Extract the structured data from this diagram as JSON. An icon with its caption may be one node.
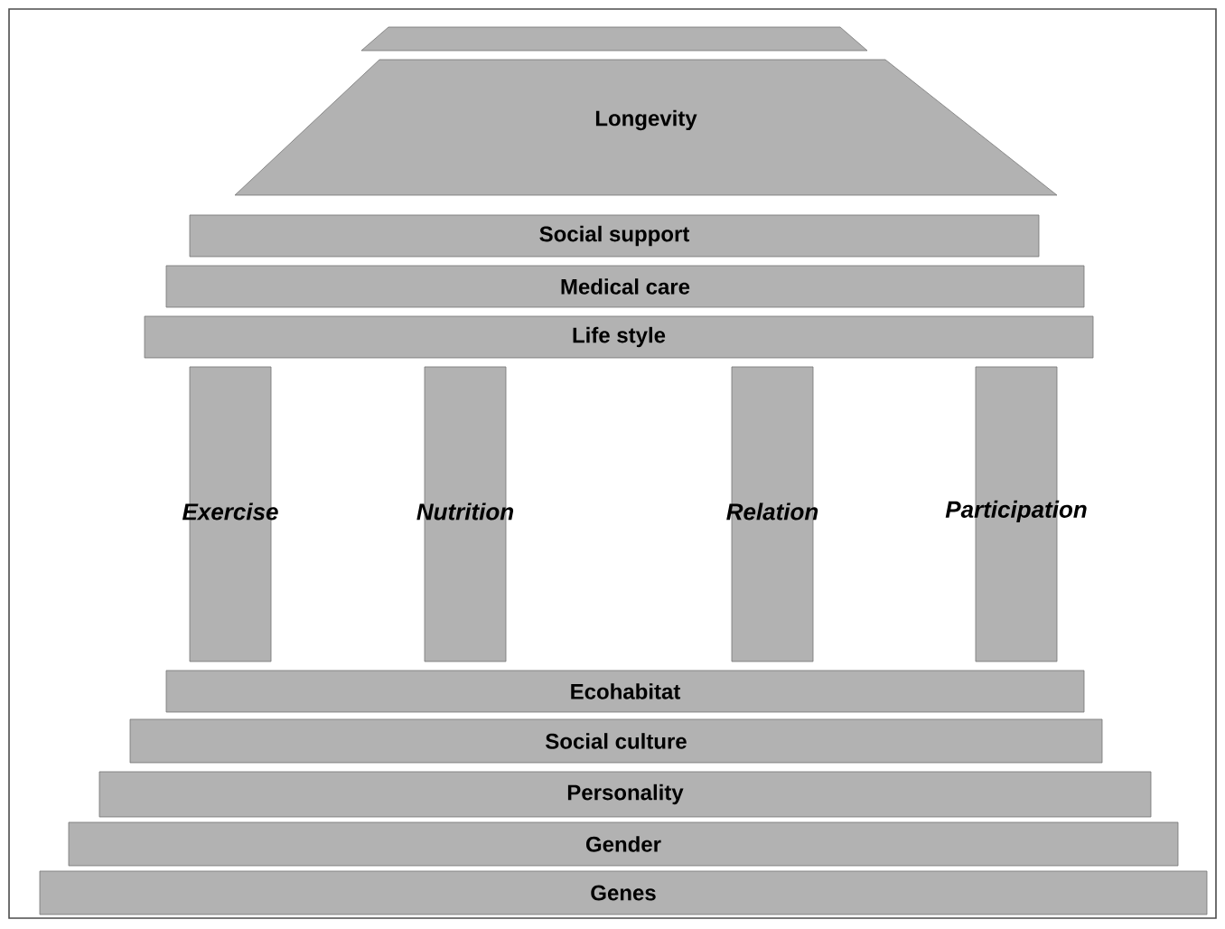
{
  "diagram": {
    "nodes": [
      {
        "text": [],
        "shape": "trapezoid"
      },
      {
        "text": [
          "Longevity"
        ]
      },
      {
        "text": [
          "Social support"
        ]
      },
      {
        "text": [
          "Medical care"
        ]
      },
      {
        "text": [
          "Life style"
        ]
      },
      {
        "text": [
          "Exercise"
        ]
      },
      {
        "text": [
          "Nutrition"
        ]
      },
      {
        "text": [
          "Relation"
        ]
      },
      {
        "text": [
          "Participation"
        ]
      },
      {
        "text": [
          "Ecohabitat"
        ]
      },
      {
        "text": [
          "Social culture"
        ]
      },
      {
        "text": [
          "Personality"
        ]
      },
      {
        "text": [
          "Gender"
        ]
      },
      {
        "text": [
          "Genes"
        ]
      }
    ]
  }
}
